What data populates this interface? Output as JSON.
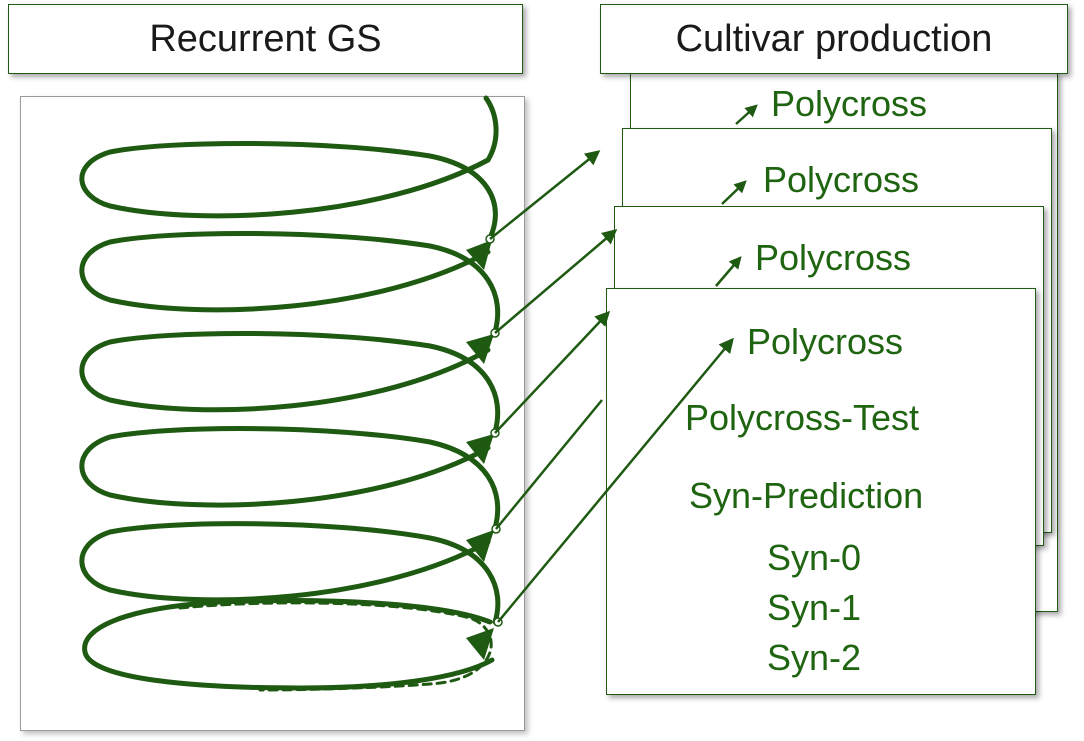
{
  "left_panel": {
    "title": "Recurrent GS"
  },
  "right_panel": {
    "title": "Cultivar production",
    "cards": [
      {
        "label": "Polycross"
      },
      {
        "label": "Polycross"
      },
      {
        "label": "Polycross"
      },
      {
        "label": "Polycross"
      }
    ],
    "front_card_steps": [
      "Polycross-Test",
      "Syn-Prediction",
      "Syn-0",
      "Syn-1",
      "Syn-2"
    ]
  },
  "colors": {
    "accent": "#1f5a12",
    "text_green": "#1f6410"
  }
}
